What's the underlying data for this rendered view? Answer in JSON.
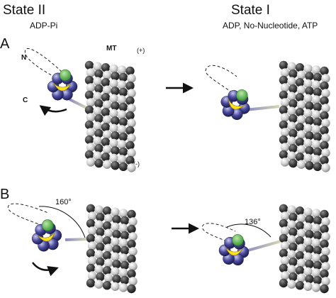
{
  "states": {
    "left_title": "State II",
    "left_subtitle": "ADP-Pi",
    "right_title": "State I",
    "right_subtitle": "ADP, No-Nucleotide, ATP"
  },
  "panels": {
    "a_label": "A",
    "b_label": "B"
  },
  "labels": {
    "n_terminus": "N",
    "c_terminus": "C",
    "microtubule": "MT",
    "plus_end": "(+)",
    "minus_end": "(-)",
    "angle_state2": "160°",
    "angle_state1": "136°"
  },
  "colors": {
    "motor_ring": "#4a4a9e",
    "motor_highlight": "#ffe21a",
    "green_domain": "#4caf3f",
    "mt_dark": "#3a3a3a",
    "mt_light": "#d8d8d8"
  }
}
